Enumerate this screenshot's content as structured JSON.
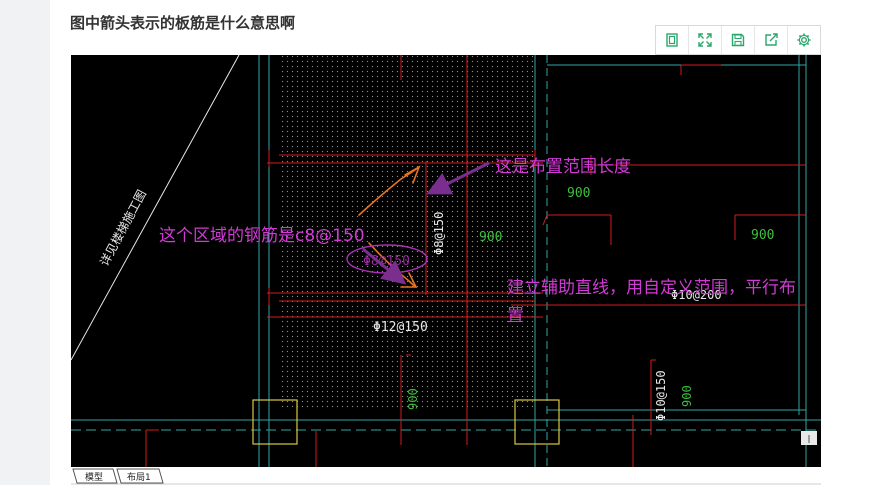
{
  "question": {
    "title": "图中箭头表示的板筋是什么意思啊"
  },
  "toolbar": {
    "buttons": [
      {
        "name": "fit-page",
        "icon": "page-fit-icon"
      },
      {
        "name": "fullscreen",
        "icon": "expand-icon"
      },
      {
        "name": "save",
        "icon": "save-icon"
      },
      {
        "name": "share",
        "icon": "share-icon"
      },
      {
        "name": "settings",
        "icon": "gear-icon"
      }
    ]
  },
  "drawing": {
    "annotations": {
      "range_length": "这是布置范围长度",
      "region_rebar": "这个区域的钢筋是c8@150",
      "aux_line_1": "建立辅助直线，用自定义范围，平行布",
      "aux_line_2": "置"
    },
    "cad_labels": {
      "dim_900_a": "900",
      "dim_900_b": "900",
      "dim_900_c": "900",
      "rebar_vert_8_150": "Φ8@150",
      "rebar_12_150": "Φ12@150",
      "rebar_10_200": "Φ10@200",
      "rebar_10_150": "Φ10@150",
      "dim_900_v1": "900",
      "dim_900_v2": "900",
      "ellipse_label": "Φ8@150",
      "diagonal_label": "详见楼梯施工图"
    },
    "layout_tabs": [
      "模型",
      "布局1"
    ],
    "colors": {
      "background": "#000000",
      "annotation": "#d23ad6",
      "arrow_purple": "#7a2f8f",
      "sketch_orange": "#e8731c",
      "cad_red": "#d21c1c",
      "cad_green": "#3fbf3f",
      "cad_cyan": "#2fa6a6",
      "cad_yellow": "#d8c840",
      "cad_white": "#e8e8e8"
    }
  }
}
